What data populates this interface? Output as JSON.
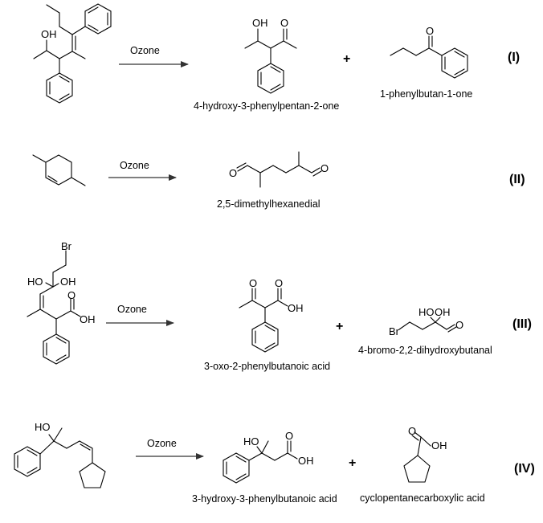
{
  "reactions": [
    {
      "number": "(I)",
      "reagent": "Ozone",
      "reactant": "hydroxy-phenyl alkene substrate",
      "products": [
        {
          "name": "4-hydroxy-3-phenylpentan-2-one"
        },
        {
          "name": "1-phenylbutan-1-one"
        }
      ],
      "plus": "+"
    },
    {
      "number": "(II)",
      "reagent": "Ozone",
      "reactant": "3,6-dimethylcyclohexene",
      "products": [
        {
          "name": "2,5-dimethylhexanedial"
        }
      ]
    },
    {
      "number": "(III)",
      "reagent": "Ozone",
      "reactant": "bromo diol acid substrate",
      "products": [
        {
          "name": "3-oxo-2-phenylbutanoic acid"
        },
        {
          "name": "4-bromo-2,2-dihydroxybutanal"
        }
      ],
      "plus": "+"
    },
    {
      "number": "(IV)",
      "reagent": "Ozone",
      "reactant": "cyclopentyl alkene alcohol substrate",
      "products": [
        {
          "name": "3-hydroxy-3-phenylbutanoic acid"
        },
        {
          "name": "cyclopentanecarboxylic acid"
        }
      ],
      "plus": "+"
    }
  ],
  "atoms": {
    "oh": "OH",
    "ho": "HO",
    "o": "O",
    "br": "Br"
  }
}
